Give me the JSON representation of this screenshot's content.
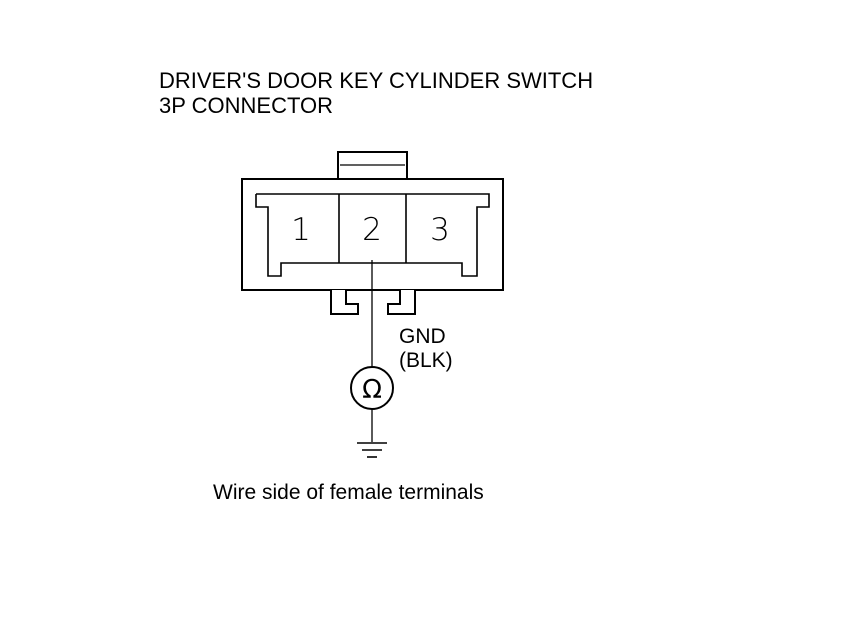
{
  "title": {
    "line1": "DRIVER'S DOOR KEY CYLINDER SWITCH",
    "line2": "3P CONNECTOR"
  },
  "connector": {
    "terminals": [
      "1",
      "2",
      "3"
    ]
  },
  "wire": {
    "name": "GND",
    "color": "(BLK)"
  },
  "meter": {
    "symbol": "Ω"
  },
  "caption": "Wire side of female terminals"
}
